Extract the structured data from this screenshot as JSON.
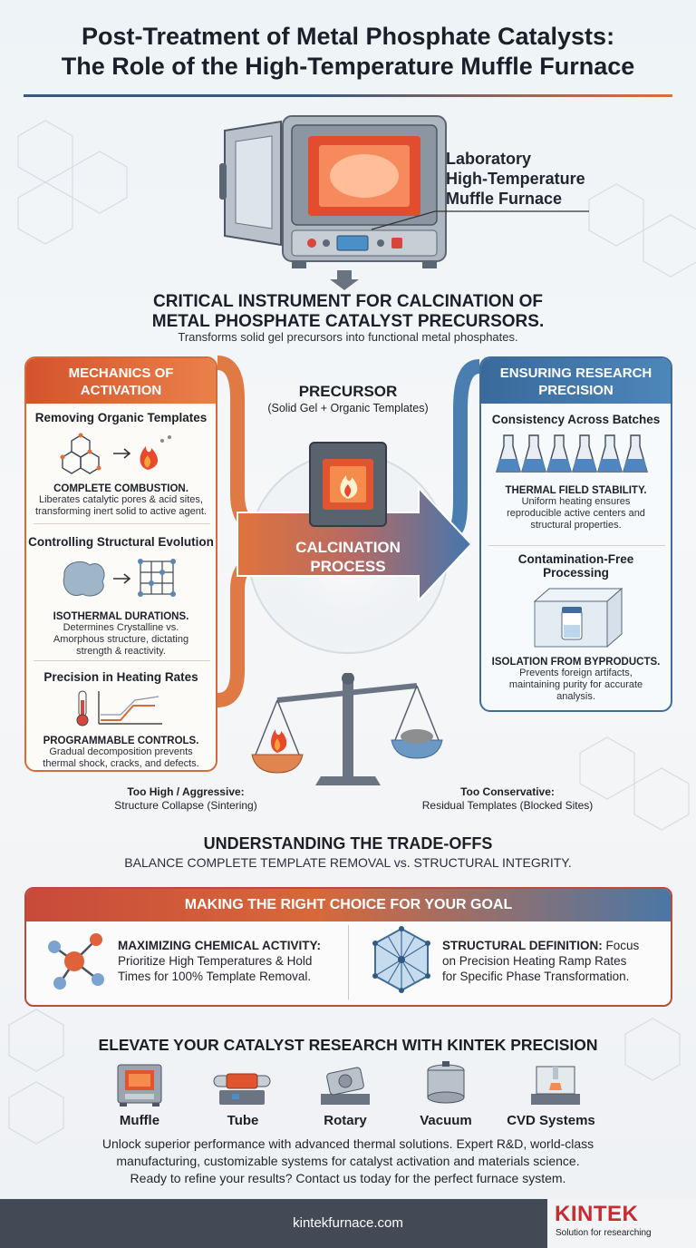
{
  "header": {
    "title_line1": "Post-Treatment of Metal Phosphate Catalysts:",
    "title_line2": "The Role of the High-Temperature Muffle Furnace"
  },
  "furnace_label": {
    "line1": "Laboratory",
    "line2": "High-Temperature",
    "line3": "Muffle Furnace"
  },
  "critical": {
    "line1": "CRITICAL INSTRUMENT FOR CALCINATION OF",
    "line2": "METAL PHOSPHATE CATALYST PRECURSORS.",
    "subtitle": "Transforms solid gel precursors into functional metal phosphates."
  },
  "mechanics": {
    "header_line1": "MECHANICS OF",
    "header_line2": "ACTIVATION",
    "sections": [
      {
        "title": "Removing Organic Templates",
        "strong": "COMPLETE COMBUSTION.",
        "text_line1": "Liberates catalytic pores & acid sites,",
        "text_line2": "transforming inert solid to active agent."
      },
      {
        "title": "Controlling Structural Evolution",
        "strong": "ISOTHERMAL DURATIONS.",
        "text_line1": "Determines Crystalline vs.",
        "text_line2": "Amorphous structure, dictating",
        "text_line3": "strength & reactivity."
      },
      {
        "title": "Precision in Heating Rates",
        "strong": "PROGRAMMABLE CONTROLS.",
        "text_line1": "Gradual decomposition prevents",
        "text_line2": "thermal shock, cracks, and defects."
      }
    ]
  },
  "precision": {
    "header_line1": "ENSURING RESEARCH",
    "header_line2": "PRECISION",
    "sections": [
      {
        "title": "Consistency Across Batches",
        "strong": "THERMAL FIELD STABILITY.",
        "text_line1": "Uniform heating ensures",
        "text_line2": "reproducible active centers and",
        "text_line3": "structural properties."
      },
      {
        "title_line1": "Contamination-Free",
        "title_line2": "Processing",
        "strong": "ISOLATION FROM BYPRODUCTS.",
        "text_line1": "Prevents foreign artifacts,",
        "text_line2": "maintaining purity for accurate",
        "text_line3": "analysis."
      }
    ]
  },
  "center": {
    "precursor_title": "PRECURSOR",
    "precursor_sub": "(Solid Gel + Organic Templates)",
    "calc_line1": "CALCINATION",
    "calc_line2": "PROCESS"
  },
  "scale": {
    "left_title": "Too High / Aggressive:",
    "left_sub": "Structure Collapse (Sintering)",
    "right_title": "Too Conservative:",
    "right_sub": "Residual Templates (Blocked Sites)"
  },
  "tradeoffs": {
    "title": "UNDERSTANDING THE TRADE-OFFS",
    "subtitle": "BALANCE COMPLETE TEMPLATE REMOVAL vs. STRUCTURAL INTEGRITY."
  },
  "goal": {
    "header": "MAKING THE RIGHT CHOICE FOR YOUR GOAL",
    "left_strong": "MAXIMIZING CHEMICAL ACTIVITY:",
    "left_line2": "Prioritize High Temperatures & Hold",
    "left_line3": "Times for 100% Template Removal.",
    "right_strong": "STRUCTURAL DEFINITION:",
    "right_line1_rest": " Focus",
    "right_line2": "on Precision Heating Ramp Rates",
    "right_line3": "for Specific Phase Transformation."
  },
  "elevate": {
    "title": "ELEVATE YOUR CATALYST RESEARCH WITH KINTEK PRECISION",
    "products": [
      "Muffle",
      "Tube",
      "Rotary",
      "Vacuum",
      "CVD Systems"
    ],
    "promo_line1": "Unlock superior performance with advanced thermal solutions. Expert R&D, world-class",
    "promo_line2": "manufacturing, customizable systems for catalyst activation and materials science.",
    "promo_line3": "Ready to refine your results? Contact us today for the perfect furnace system."
  },
  "footer": {
    "url": "kintekfurnace.com",
    "brand": "KINTEK",
    "tagline": "Solution for researching"
  },
  "colors": {
    "orange": "#d86a36",
    "blue": "#3f6c98",
    "footer_bg": "#434a55",
    "brand_red": "#c62d32"
  }
}
